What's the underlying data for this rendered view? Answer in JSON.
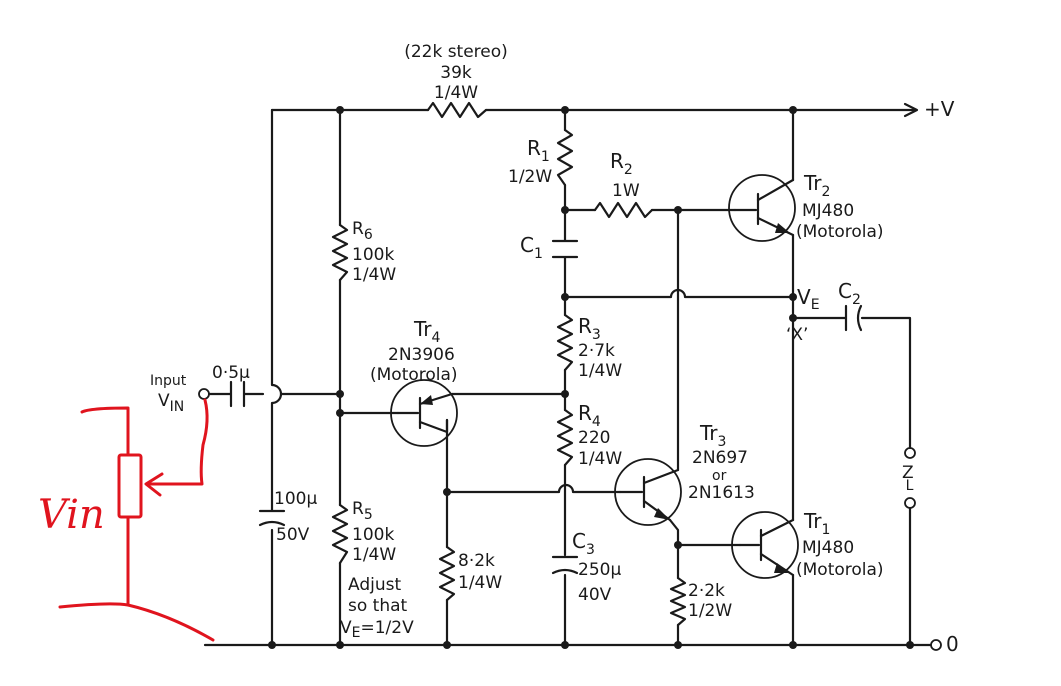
{
  "top_label": {
    "stereo": "(22k stereo)",
    "value": "39k",
    "rating": "1/4W"
  },
  "rail": {
    "plus": "+V",
    "zero": "0"
  },
  "input": {
    "label": "Input",
    "vin_main": "V",
    "vin_sub": "IN",
    "cap": "0·5μ"
  },
  "r1": {
    "name": "R",
    "sub": "1",
    "rating": "1/2W"
  },
  "r2": {
    "name": "R",
    "sub": "2",
    "rating": "1W"
  },
  "c1": {
    "name": "C",
    "sub": "1"
  },
  "r6": {
    "name": "R",
    "sub": "6",
    "value": "100k",
    "rating": "1/4W"
  },
  "r5": {
    "name": "R",
    "sub": "5",
    "value": "100k",
    "rating": "1/4W"
  },
  "adjust": {
    "line1": "Adjust",
    "line2": "so that",
    "ve": "V",
    "ve_sub": "E",
    "eq": "=1/2V"
  },
  "cap100": {
    "value": "100μ",
    "voltage": "50V"
  },
  "tr4": {
    "name": "Tr",
    "sub": "4",
    "part": "2N3906",
    "maker": "(Motorola)"
  },
  "r3": {
    "name": "R",
    "sub": "3",
    "value": "2·7k",
    "rating": "1/4W"
  },
  "r4": {
    "name": "R",
    "sub": "4",
    "value": "220",
    "rating": "1/4W"
  },
  "r82": {
    "value": "8·2k",
    "rating": "1/4W"
  },
  "c3": {
    "name": "C",
    "sub": "3",
    "value": "250μ",
    "voltage": "40V"
  },
  "tr3": {
    "name": "Tr",
    "sub": "3",
    "part1": "2N697",
    "or": "or",
    "part2": "2N1613"
  },
  "tr2": {
    "name": "Tr",
    "sub": "2",
    "part": "MJ480",
    "maker": "(Motorola)"
  },
  "tr1": {
    "name": "Tr",
    "sub": "1",
    "part": "MJ480",
    "maker": "(Motorola)"
  },
  "r22": {
    "value": "2·2k",
    "rating": "1/2W"
  },
  "ve_node": {
    "main": "V",
    "sub": "E"
  },
  "c2": {
    "name": "C",
    "sub": "2"
  },
  "x_label": "‘X’",
  "zl": {
    "main": "Z",
    "sub": "L"
  },
  "annotation": {
    "text": "Vin",
    "color": "#e0141e"
  }
}
